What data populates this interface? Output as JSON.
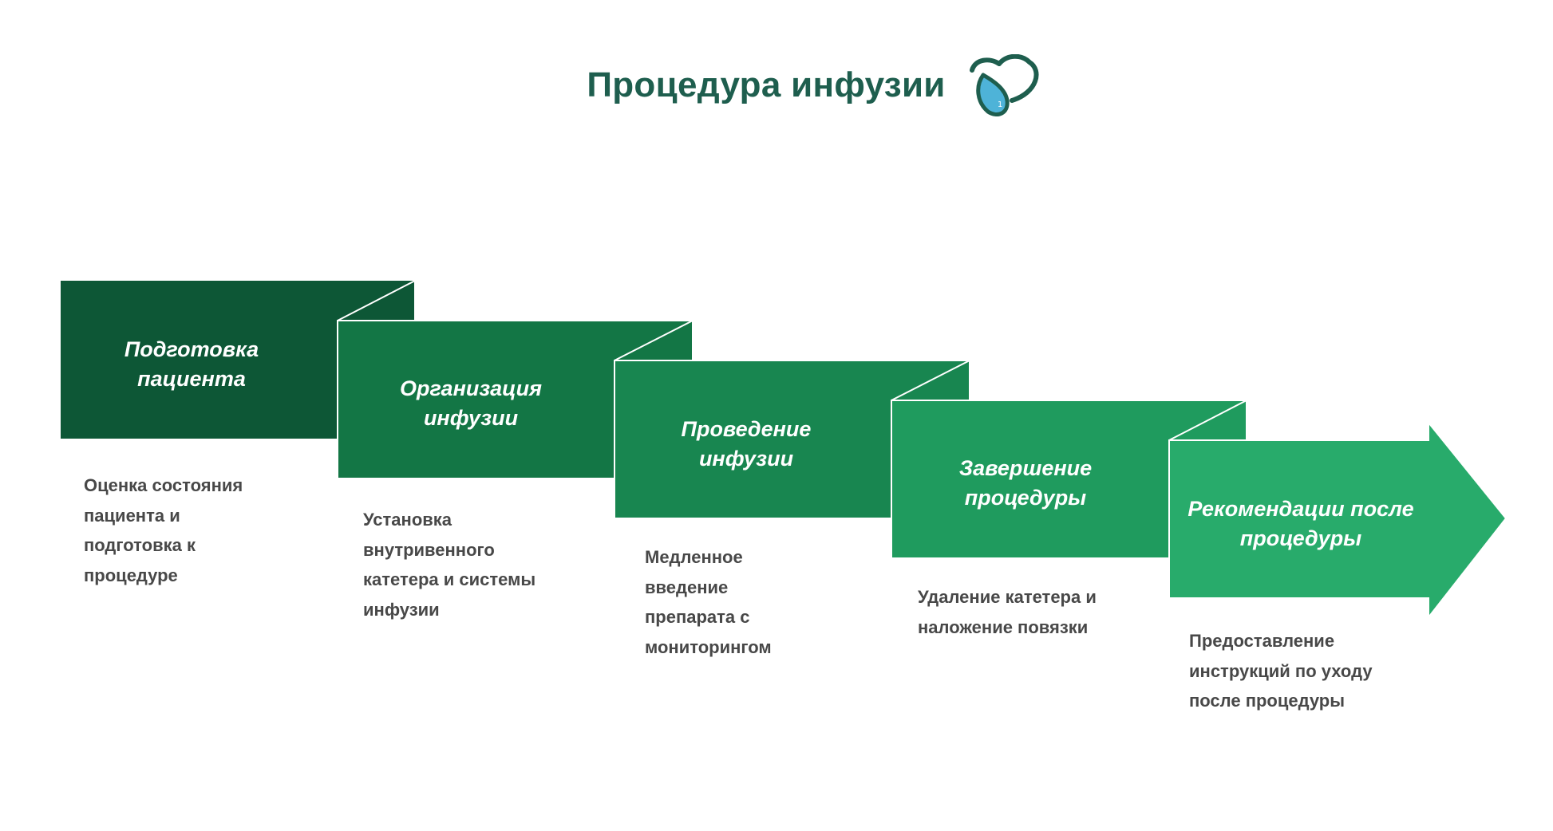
{
  "title": "Процедура инфузии",
  "logo": {
    "icon": "heart-drop-logo-icon",
    "badge": "1"
  },
  "colors": {
    "title": "#1e5e4e",
    "step1": "#0d5736",
    "step2": "#137645",
    "step3": "#188650",
    "step4": "#1f9b5e",
    "step5": "#28ab6b",
    "fold": "#1c8a52",
    "description": "#484848",
    "drop": "#4eb3d8"
  },
  "steps": [
    {
      "label": "Подготовка пациента",
      "description": "Оценка состояния пациента и подготовка к процедуре"
    },
    {
      "label": "Организация инфузии",
      "description": "Установка внутривенного катетера и системы инфузии"
    },
    {
      "label": "Проведение инфузии",
      "description": "Медленное введение препарата с мониторингом"
    },
    {
      "label": "Завершение процедуры",
      "description": "Удаление катетера и наложение повязки"
    },
    {
      "label": "Рекомендации после процедуры",
      "description": "Предоставление инструкций по уходу после процедуры"
    }
  ]
}
